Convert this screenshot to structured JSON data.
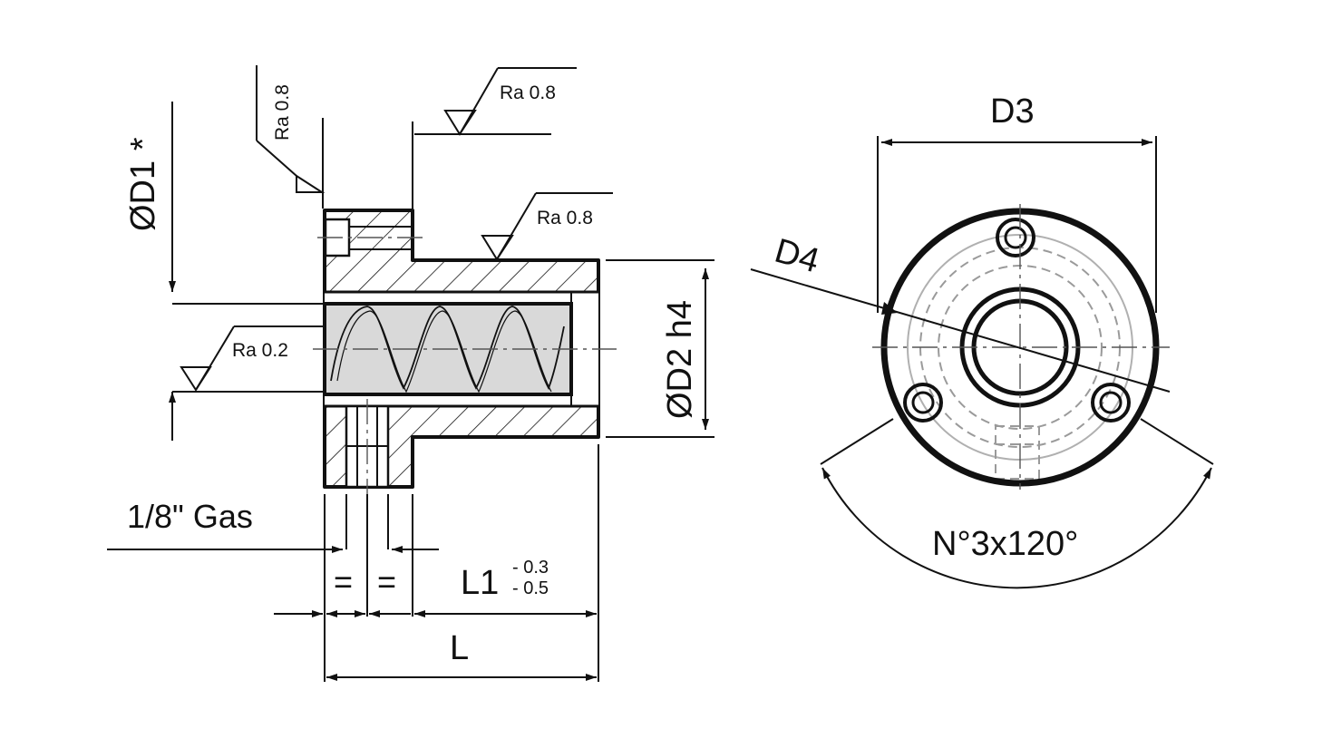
{
  "labels": {
    "diameter_d1": "ØD1 *",
    "diameter_d2": "ØD2 h4",
    "d3": "D3",
    "d4": "D4",
    "length_l": "L",
    "length_l1": "L1",
    "tolerance_upper": "- 0.3",
    "tolerance_lower": "- 0.5",
    "thread": "1/8\" Gas",
    "equal_left": "=",
    "equal_right": "=",
    "hole_pattern": "N°3x120°"
  },
  "surface_finish": {
    "flange_face": "Ra 0.8",
    "shoulder_face": "Ra 0.8",
    "outer_diameter": "Ra 0.8",
    "bore": "Ra 0.2"
  },
  "colors": {
    "line": "#111111",
    "bore_fill": "#d9d9d9",
    "hidden_line": "#9a9a9a"
  }
}
